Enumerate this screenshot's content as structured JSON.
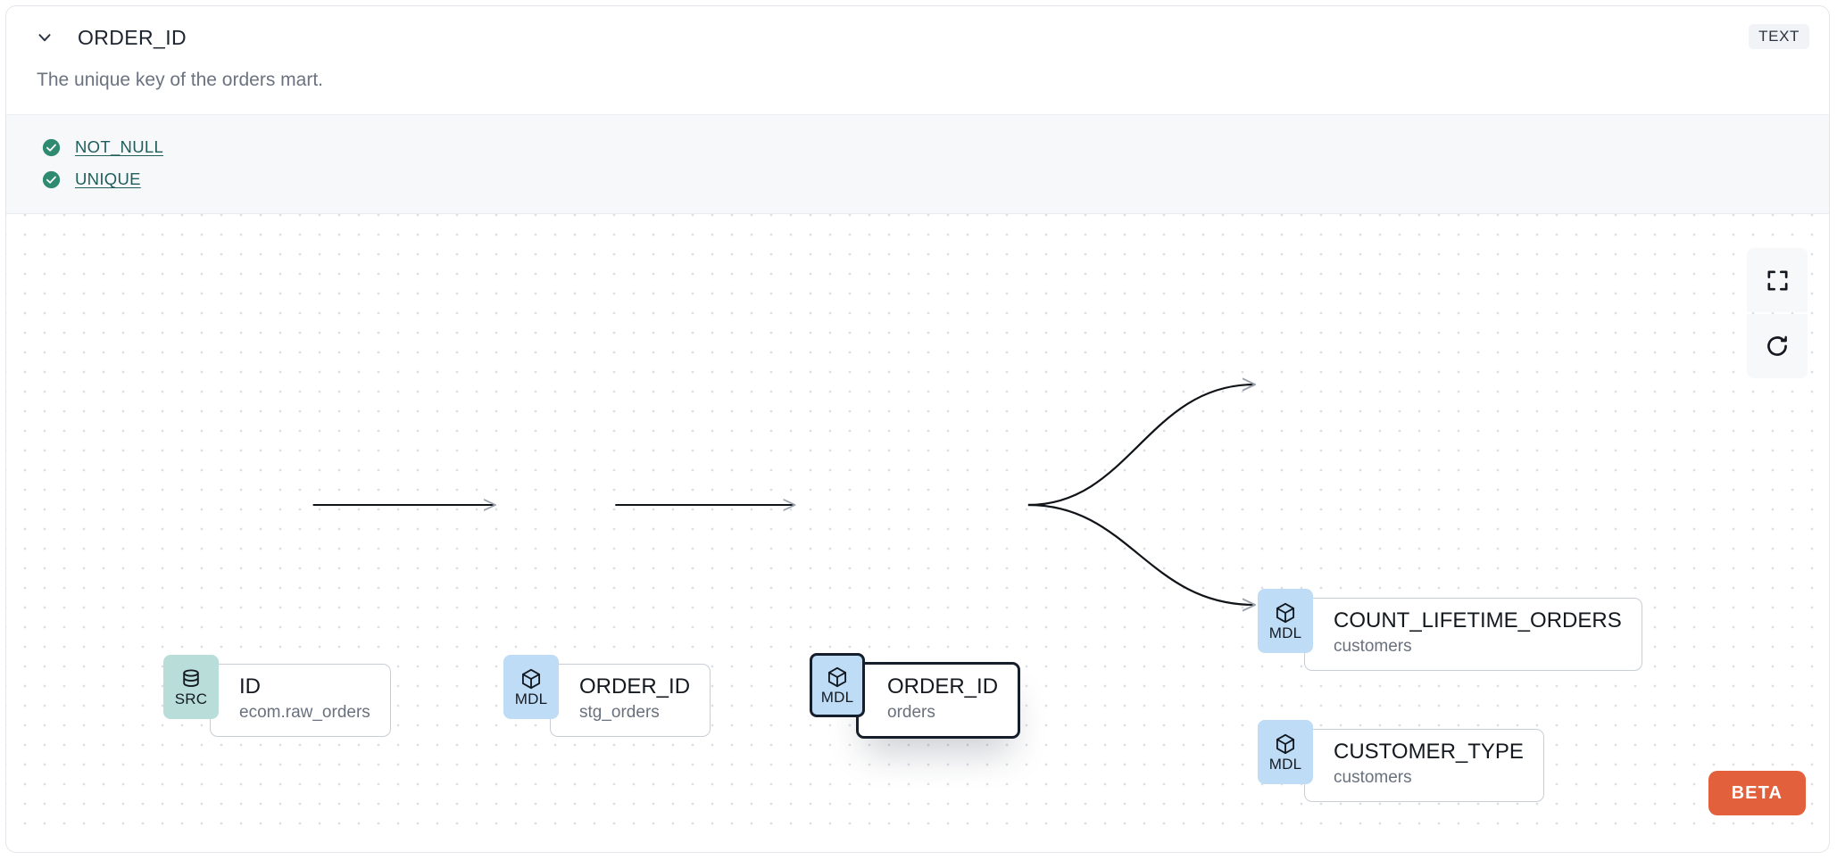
{
  "header": {
    "chevron_icon": "chevron-down-icon",
    "column_name": "ORDER_ID",
    "data_type_badge": "TEXT"
  },
  "description": "The unique key of the orders mart.",
  "tests": {
    "items": [
      {
        "status_icon": "check-circle-icon",
        "label": "NOT_NULL",
        "status": "pass"
      },
      {
        "status_icon": "check-circle-icon",
        "label": "UNIQUE",
        "status": "pass"
      }
    ]
  },
  "lineage": {
    "nodes": [
      {
        "id": "src-id",
        "badge": "SRC",
        "badge_icon": "database-icon",
        "name": "ID",
        "sub": "ecom.raw_orders",
        "selected": false
      },
      {
        "id": "mdl-stg-order-id",
        "badge": "MDL",
        "badge_icon": "cube-icon",
        "name": "ORDER_ID",
        "sub": "stg_orders",
        "selected": false
      },
      {
        "id": "mdl-orders",
        "badge": "MDL",
        "badge_icon": "cube-icon",
        "name": "ORDER_ID",
        "sub": "orders",
        "selected": true
      },
      {
        "id": "mdl-count-life",
        "badge": "MDL",
        "badge_icon": "cube-icon",
        "name": "COUNT_LIFETIME_ORDERS",
        "sub": "customers",
        "selected": false
      },
      {
        "id": "mdl-cust-type",
        "badge": "MDL",
        "badge_icon": "cube-icon",
        "name": "CUSTOMER_TYPE",
        "sub": "customers",
        "selected": false
      }
    ],
    "edges": [
      {
        "from": "src-id",
        "to": "mdl-stg-order-id"
      },
      {
        "from": "mdl-stg-order-id",
        "to": "mdl-orders"
      },
      {
        "from": "mdl-orders",
        "to": "mdl-count-life"
      },
      {
        "from": "mdl-orders",
        "to": "mdl-cust-type"
      }
    ],
    "controls": [
      {
        "id": "fit-view",
        "icon": "fit-screen-icon"
      },
      {
        "id": "reset-view",
        "icon": "refresh-icon"
      }
    ],
    "beta_label": "BETA"
  },
  "colors": {
    "src_badge": "#b9ddd9",
    "mdl_badge": "#bedcf5",
    "beta": "#e2613c",
    "test_pass": "#2e8b6f",
    "test_link": "#1f5e5c",
    "selected_border": "#161e2b"
  }
}
